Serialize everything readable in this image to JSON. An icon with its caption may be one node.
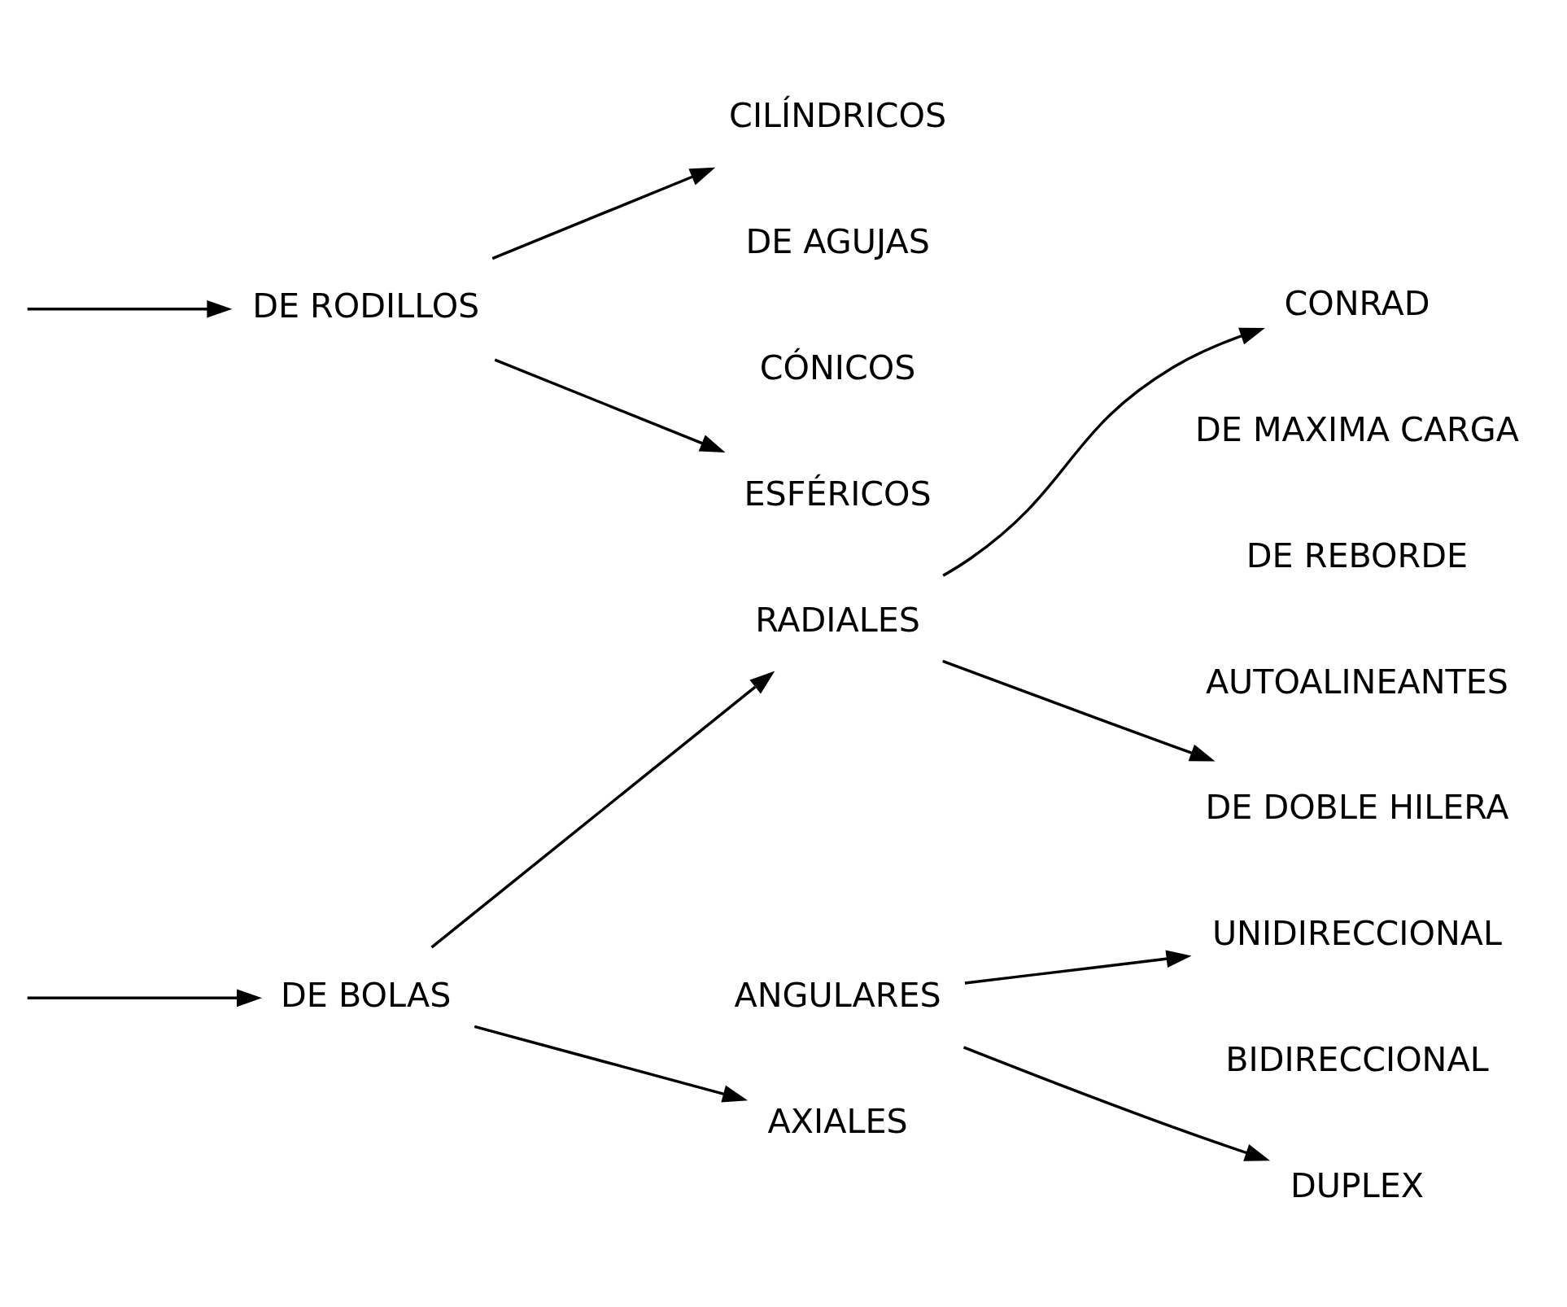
{
  "diagram": {
    "nodes": [
      {
        "text": [
          "DE BOLAS"
        ]
      },
      {
        "text": [
          "DE RODILLOS"
        ]
      },
      {
        "text": [
          "RADIALES"
        ]
      },
      {
        "text": [
          "ANGULARES"
        ]
      },
      {
        "text": [
          "AXIALES"
        ]
      },
      {
        "text": [
          "CONRAD"
        ]
      },
      {
        "text": [
          "DE MAXIMA CARGA"
        ]
      },
      {
        "text": [
          "DE REBORDE"
        ]
      },
      {
        "text": [
          "AUTOALINEANTES"
        ]
      },
      {
        "text": [
          "DE DOBLE HILERA"
        ]
      },
      {
        "text": [
          "UNIDIRECCIONAL"
        ]
      },
      {
        "text": [
          "BIDIRECCIONAL"
        ]
      },
      {
        "text": [
          "DUPLEX"
        ]
      },
      {
        "text": [
          "CILÍNDRICOS"
        ]
      },
      {
        "text": [
          "DE AGUJAS"
        ]
      },
      {
        "text": [
          "CÓNICOS"
        ]
      },
      {
        "text": [
          "ESFÉRICOS"
        ]
      }
    ],
    "edges": [
      {
        "from": null,
        "to": 0,
        "arrow": "to"
      },
      {
        "from": null,
        "to": 1,
        "arrow": "to"
      },
      {
        "from": 0,
        "to": 2,
        "arrow": "to"
      },
      {
        "from": 0,
        "to": 4,
        "arrow": "to"
      },
      {
        "from": 2,
        "to": 5,
        "arrow": "to"
      },
      {
        "from": 2,
        "to": 9,
        "arrow": "to"
      },
      {
        "from": 3,
        "to": 10,
        "arrow": "to"
      },
      {
        "from": 3,
        "to": 12,
        "arrow": "to"
      },
      {
        "from": 1,
        "to": 13,
        "arrow": "to"
      },
      {
        "from": 1,
        "to": 16,
        "arrow": "to"
      }
    ]
  }
}
